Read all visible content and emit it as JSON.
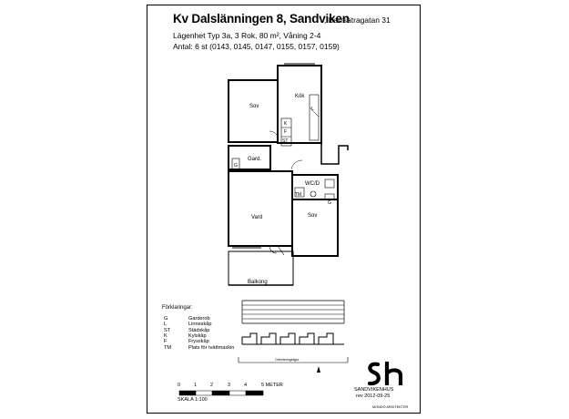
{
  "header": {
    "title": "Kv Dalslänningen 8, Sandviken",
    "address": ", Barrsätragatan 31",
    "line1": "Lägenhet Typ 3a, 3 Rok, 80 m², Våning 2-4",
    "line2": "Antal: 6 st (0143, 0145, 0147, 0155, 0157, 0159)"
  },
  "rooms": {
    "sov1": "Sov",
    "kok": "Kök",
    "gard": "Gard.",
    "g_small": "G",
    "vard": "Vard",
    "wcd": "WC/D",
    "sov2": "Sov",
    "balkong": "Balkong",
    "k": "K",
    "f": "F",
    "st": "ST",
    "l": "L",
    "tm": "TM",
    "g_wc": "G"
  },
  "legend": {
    "heading": "Förklaringar:",
    "items": [
      {
        "code": "G",
        "text": "Garderob"
      },
      {
        "code": "L",
        "text": "Linneskåp"
      },
      {
        "code": "ST",
        "text": "Städskåp"
      },
      {
        "code": "K",
        "text": "Kylskåp"
      },
      {
        "code": "F",
        "text": "Frysskåp"
      },
      {
        "code": "TM",
        "text": "Plats för tvättmaskin"
      }
    ]
  },
  "scale": {
    "ticks": [
      "1",
      "2",
      "3",
      "4",
      "5 METER"
    ],
    "zero": "0",
    "label": "SKALA 1:100"
  },
  "orientation_label": "Orienteringsfigur",
  "logo": {
    "name": "SANDVIKENHUS",
    "revision": "rev 2012-09-25",
    "architect": "MONDO ARKITEKTER"
  }
}
